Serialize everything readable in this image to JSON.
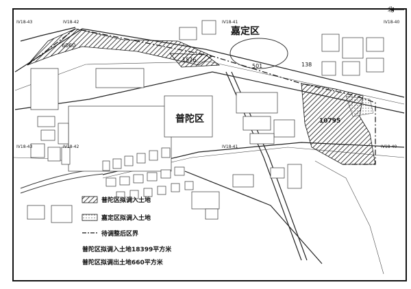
{
  "map": {
    "north_label": "北",
    "districts": {
      "jiading": "嘉定区",
      "putuo": "普陀区"
    },
    "area_labels": {
      "a1": "6060",
      "a2": "1576",
      "a3": "501",
      "a4": "138",
      "a5": "10795"
    },
    "grid_labels": {
      "g1": "IV18-43",
      "g2": "IV18-42",
      "g3": "IV18-41",
      "g4": "IV18-40",
      "g5": "IV18-43",
      "g6": "IV18-42",
      "g7": "IV18-41",
      "g8": "IV18-40"
    },
    "legend": {
      "hatch_label": "普陀区拟调入土地",
      "dots_label": "嘉定区拟调入土地",
      "line_label": "待调整后区界",
      "stat1": "普陀区拟调入土地18399平方米",
      "stat2": "普陀区拟调出土地660平方米"
    }
  },
  "colors": {
    "ink": "#222222",
    "paper": "#ffffff"
  }
}
